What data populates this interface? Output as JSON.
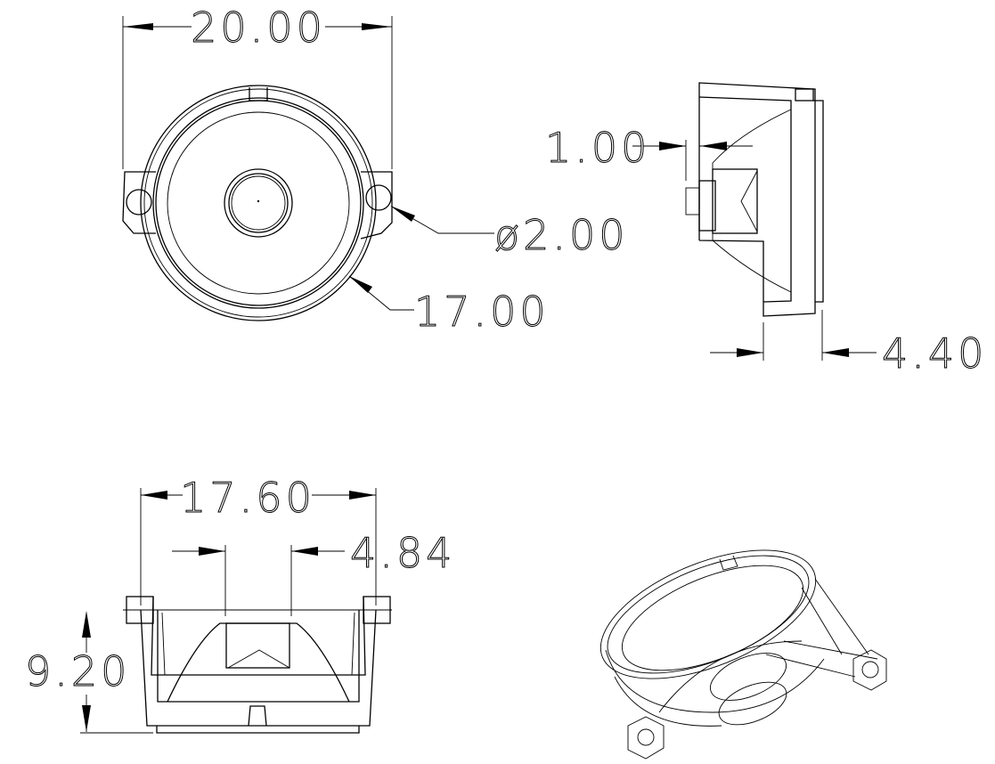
{
  "drawing": {
    "top_view": {
      "width_dim": "20.00",
      "hole_dim": "ø2.00",
      "diameter_dim": "17.00"
    },
    "side_view": {
      "offset_dim": "1.00",
      "depth_dim": "4.40"
    },
    "front_view": {
      "width_dim": "17.60",
      "lens_dim": "4.84",
      "height_dim": "9.20"
    }
  }
}
